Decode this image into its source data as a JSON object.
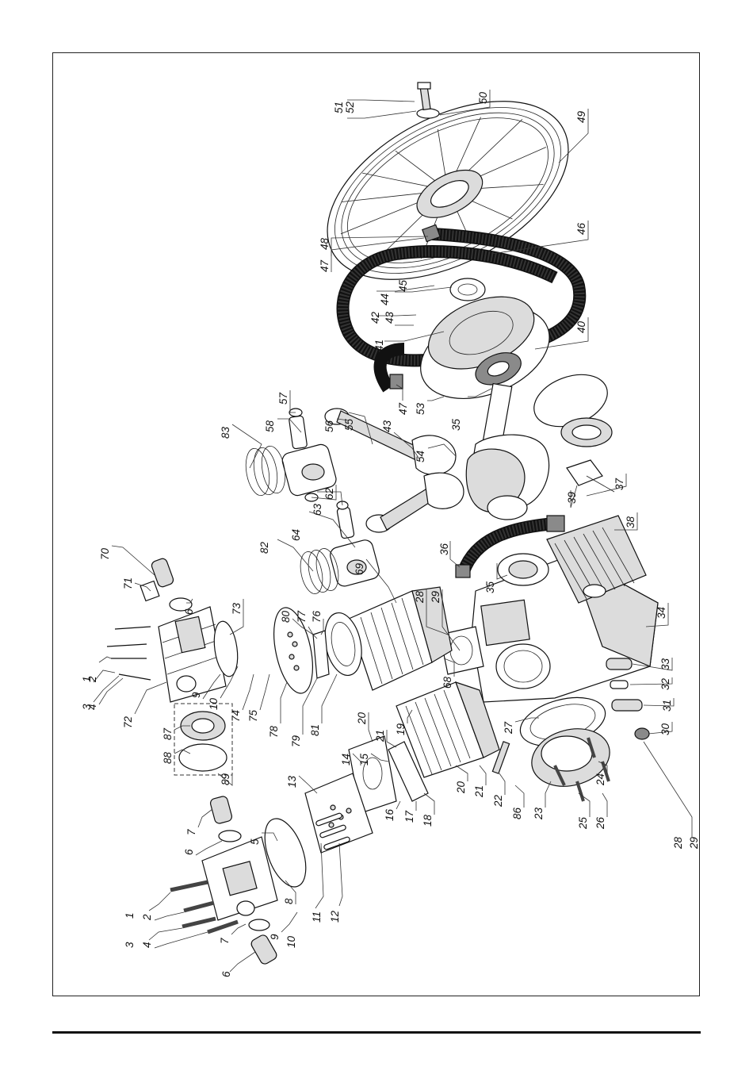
{
  "callouts": [
    {
      "id": "c1",
      "text": "51"
    },
    {
      "id": "c2",
      "text": "52"
    },
    {
      "id": "c3",
      "text": "50"
    },
    {
      "id": "c4",
      "text": "49"
    },
    {
      "id": "c5",
      "text": "47"
    },
    {
      "id": "c6",
      "text": "48"
    },
    {
      "id": "c7",
      "text": "46"
    },
    {
      "id": "c8",
      "text": "44"
    },
    {
      "id": "c9",
      "text": "45"
    },
    {
      "id": "c10",
      "text": "42"
    },
    {
      "id": "c11",
      "text": "43"
    },
    {
      "id": "c12",
      "text": "41"
    },
    {
      "id": "c13",
      "text": "40"
    },
    {
      "id": "c14",
      "text": "47"
    },
    {
      "id": "c15",
      "text": "53"
    },
    {
      "id": "c16",
      "text": "35"
    },
    {
      "id": "c17",
      "text": "57"
    },
    {
      "id": "c18",
      "text": "58"
    },
    {
      "id": "c19",
      "text": "83"
    },
    {
      "id": "c20",
      "text": "56"
    },
    {
      "id": "c21",
      "text": "55"
    },
    {
      "id": "c22",
      "text": "43"
    },
    {
      "id": "c23",
      "text": "54"
    },
    {
      "id": "c24",
      "text": "62"
    },
    {
      "id": "c25",
      "text": "37"
    },
    {
      "id": "c26",
      "text": "38"
    },
    {
      "id": "c27",
      "text": "39"
    },
    {
      "id": "c28",
      "text": "63"
    },
    {
      "id": "c29",
      "text": "64"
    },
    {
      "id": "c30",
      "text": "82"
    },
    {
      "id": "c31",
      "text": "36"
    },
    {
      "id": "c32",
      "text": "70"
    },
    {
      "id": "c33",
      "text": "71"
    },
    {
      "id": "c34",
      "text": "6"
    },
    {
      "id": "c35",
      "text": "73"
    },
    {
      "id": "c36",
      "text": "28"
    },
    {
      "id": "c37",
      "text": "29"
    },
    {
      "id": "c38",
      "text": "35"
    },
    {
      "id": "c39",
      "text": "69"
    },
    {
      "id": "c40",
      "text": "80"
    },
    {
      "id": "c41",
      "text": "77"
    },
    {
      "id": "c42",
      "text": "76"
    },
    {
      "id": "c43",
      "text": "34"
    },
    {
      "id": "c44",
      "text": "1"
    },
    {
      "id": "c45",
      "text": "2"
    },
    {
      "id": "c46",
      "text": "3"
    },
    {
      "id": "c47",
      "text": "4"
    },
    {
      "id": "c48",
      "text": "9"
    },
    {
      "id": "c49",
      "text": "10"
    },
    {
      "id": "c50",
      "text": "74"
    },
    {
      "id": "c51",
      "text": "75"
    },
    {
      "id": "c52",
      "text": "72"
    },
    {
      "id": "c53",
      "text": "78"
    },
    {
      "id": "c54",
      "text": "79"
    },
    {
      "id": "c55",
      "text": "81"
    },
    {
      "id": "c56",
      "text": "68"
    },
    {
      "id": "c57",
      "text": "33"
    },
    {
      "id": "c58",
      "text": "32"
    },
    {
      "id": "c59",
      "text": "31"
    },
    {
      "id": "c60",
      "text": "30"
    },
    {
      "id": "c61",
      "text": "87"
    },
    {
      "id": "c62",
      "text": "88"
    },
    {
      "id": "c63",
      "text": "20"
    },
    {
      "id": "c64",
      "text": "21"
    },
    {
      "id": "c65",
      "text": "19"
    },
    {
      "id": "c66",
      "text": "27"
    },
    {
      "id": "c67",
      "text": "14"
    },
    {
      "id": "c68",
      "text": "15"
    },
    {
      "id": "c69",
      "text": "89"
    },
    {
      "id": "c70",
      "text": "13"
    },
    {
      "id": "c71",
      "text": "20"
    },
    {
      "id": "c72",
      "text": "21"
    },
    {
      "id": "c73",
      "text": "22"
    },
    {
      "id": "c74",
      "text": "86"
    },
    {
      "id": "c75",
      "text": "23"
    },
    {
      "id": "c76",
      "text": "24"
    },
    {
      "id": "c77",
      "text": "16"
    },
    {
      "id": "c78",
      "text": "17"
    },
    {
      "id": "c79",
      "text": "18"
    },
    {
      "id": "c80",
      "text": "7"
    },
    {
      "id": "c81",
      "text": "5"
    },
    {
      "id": "c82",
      "text": "6"
    },
    {
      "id": "c83",
      "text": "25"
    },
    {
      "id": "c84",
      "text": "26"
    },
    {
      "id": "c85",
      "text": "28"
    },
    {
      "id": "c86",
      "text": "29"
    },
    {
      "id": "c87",
      "text": "1"
    },
    {
      "id": "c88",
      "text": "2"
    },
    {
      "id": "c89",
      "text": "8"
    },
    {
      "id": "c90",
      "text": "3"
    },
    {
      "id": "c91",
      "text": "4"
    },
    {
      "id": "c92",
      "text": "7"
    },
    {
      "id": "c93",
      "text": "9"
    },
    {
      "id": "c94",
      "text": "10"
    },
    {
      "id": "c95",
      "text": "11"
    },
    {
      "id": "c96",
      "text": "12"
    },
    {
      "id": "c97",
      "text": "6"
    }
  ]
}
